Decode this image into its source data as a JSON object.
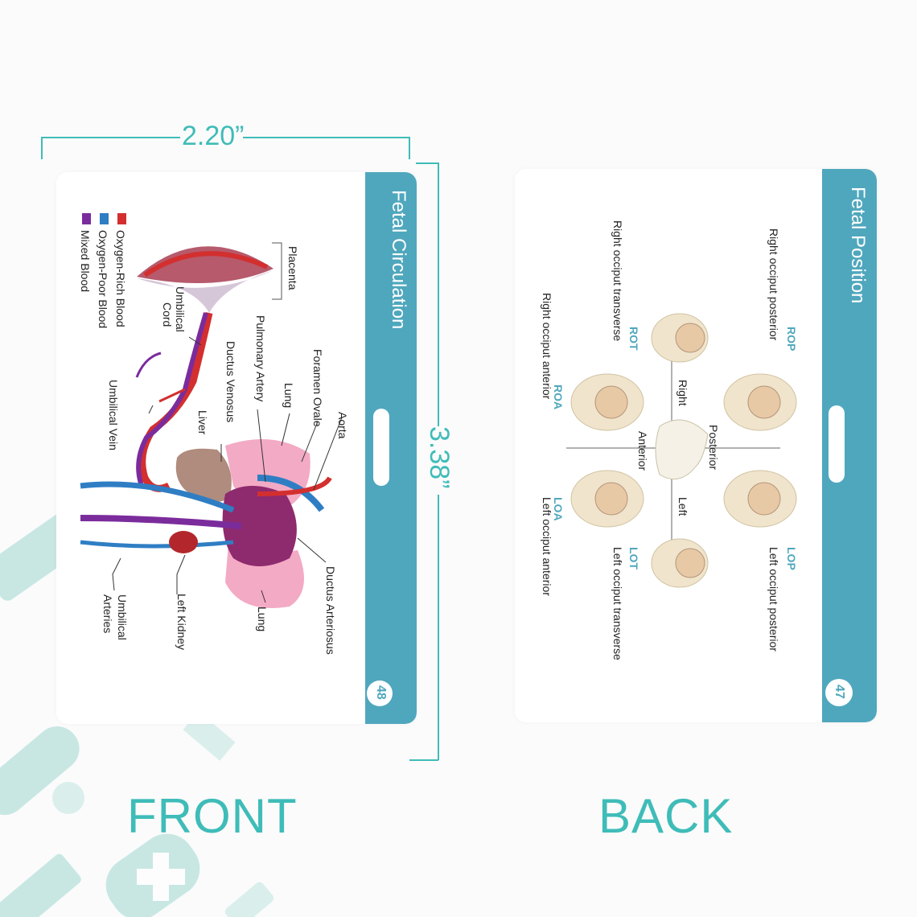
{
  "dimensions": {
    "width_label": "2.20”",
    "height_label": "3.38”"
  },
  "front": {
    "title": "Fetal Circulation",
    "card_number": "48",
    "caption": "FRONT",
    "legend": [
      {
        "label": "Oxygen-Rich Blood",
        "color": "#d32f2f"
      },
      {
        "label": "Oxygen-Poor Blood",
        "color": "#2f7ec4"
      },
      {
        "label": "Mixed Blood",
        "color": "#7b2c9c"
      }
    ],
    "labels": {
      "placenta": "Placenta",
      "umbilical_cord": "Umbilical Cord",
      "umbilical_cord_l1": "Umbilical",
      "umbilical_cord_l2": "Cord",
      "umbilical_vein": "Umbilical Vein",
      "umbilical_arteries_l1": "Umbilical",
      "umbilical_arteries_l2": "Arteries",
      "liver": "Liver",
      "ductus_venosus": "Ductus Venosus",
      "pulmonary_artery": "Pulmonary Artery",
      "lung_top": "Lung",
      "foramen_ovale": "Foramen Ovale",
      "aorta": "Aorta",
      "left_kidney": "Left Kidney",
      "lung_bottom": "Lung",
      "ductus_arteriosus": "Ductus Arteriosus"
    }
  },
  "back": {
    "title": "Fetal Position",
    "card_number": "47",
    "caption": "BACK",
    "axes": {
      "right": "Right",
      "left": "Left",
      "anterior": "Anterior",
      "posterior": "Posterior"
    },
    "positions": [
      {
        "code": "ROP",
        "name": "Right occiput posterior"
      },
      {
        "code": "ROT",
        "name": "Right occiput transverse"
      },
      {
        "code": "ROA",
        "name": "Right occiput anterior"
      },
      {
        "code": "LOA",
        "name": "Left occiput anterior"
      },
      {
        "code": "LOT",
        "name": "Left occiput transverse"
      },
      {
        "code": "LOP",
        "name": "Left occiput posterior"
      }
    ]
  }
}
